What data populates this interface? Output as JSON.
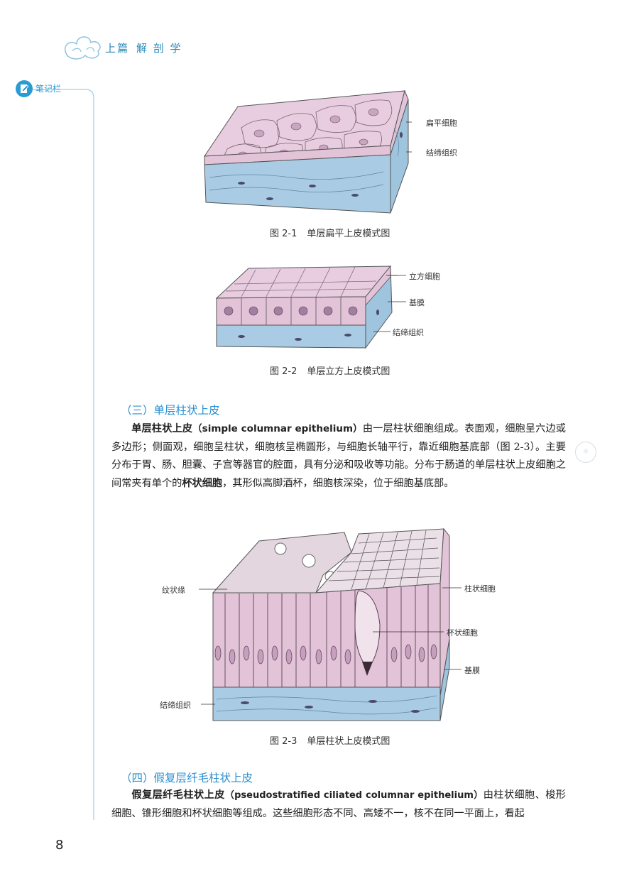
{
  "header": {
    "part": "上篇",
    "title": "解 剖 学"
  },
  "notes": {
    "label": "笔记栏"
  },
  "figures": [
    {
      "number": "图 2-1",
      "title": "单层扁平上皮模式图",
      "labels": [
        "扁平细胞",
        "结缔组织"
      ]
    },
    {
      "number": "图 2-2",
      "title": "单层立方上皮模式图",
      "labels": [
        "立方细胞",
        "基膜",
        "结缔组织"
      ]
    },
    {
      "number": "图 2-3",
      "title": "单层柱状上皮模式图",
      "labels": [
        "纹状缘",
        "柱状细胞",
        "杯状细胞",
        "基膜",
        "结缔组织"
      ]
    }
  ],
  "section3": {
    "heading": "（三）单层柱状上皮",
    "term": "单层柱状上皮",
    "en": "（simple columnar epithelium）",
    "text1": "由一层柱状细胞组成。表面观，细胞呈六边或多边形；侧面观，细胞呈柱状，细胞核呈椭圆形，与细胞长轴平行，靠近细胞基底部（图 2-3）。主要分布于胃、肠、胆囊、子宫等器官的腔面，具有分泌和吸收等功能。分布于肠道的单层柱状上皮细胞之间常夹有单个的",
    "term2": "杯状细胞",
    "text2": "，其形似高脚酒杯，细胞核深染，位于细胞基底部。"
  },
  "section4": {
    "heading": "（四）假复层纤毛柱状上皮",
    "term": "假复层纤毛柱状上皮",
    "en": "（pseudostratified ciliated columnar epithelium）",
    "text": "由柱状细胞、梭形细胞、锥形细胞和杯状细胞等组成。这些细胞形态不同、高矮不一，核不在同一平面上，看起"
  },
  "page_number": "8",
  "colors": {
    "accent": "#2a8fd0",
    "pink": "#e6c8dc",
    "blue": "#a9cce4"
  }
}
